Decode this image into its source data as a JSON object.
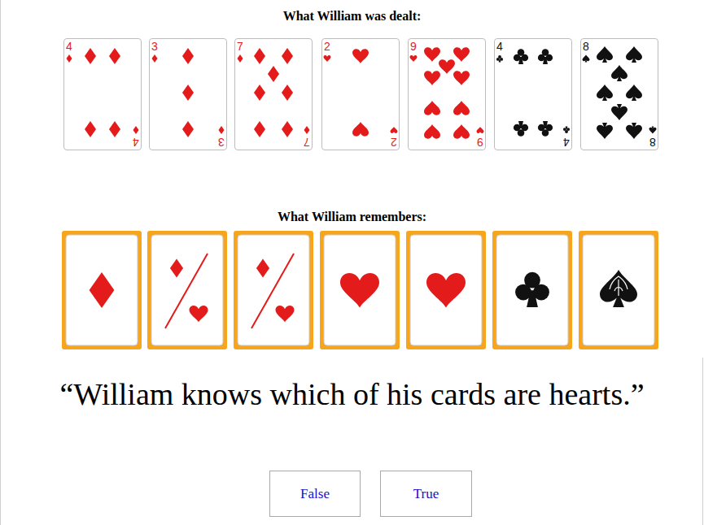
{
  "diagram": {
    "nodes": [
      {
        "text": [
          "4",
          "4"
        ]
      },
      {
        "text": [
          "3",
          "3"
        ]
      },
      {
        "text": [
          "7",
          "7"
        ]
      },
      {
        "text": [
          "2",
          "2"
        ]
      },
      {
        "text": [
          "9",
          "9"
        ]
      },
      {
        "text": [
          "4",
          "4"
        ]
      },
      {
        "text": [
          "8",
          "8"
        ]
      },
      {
        "text": [
          "False"
        ]
      },
      {
        "text": [
          "True"
        ]
      }
    ],
    "labels": [
      "What William was dealt:",
      "What William remembers:",
      "“William knows which of his cards are hearts.”"
    ]
  }
}
